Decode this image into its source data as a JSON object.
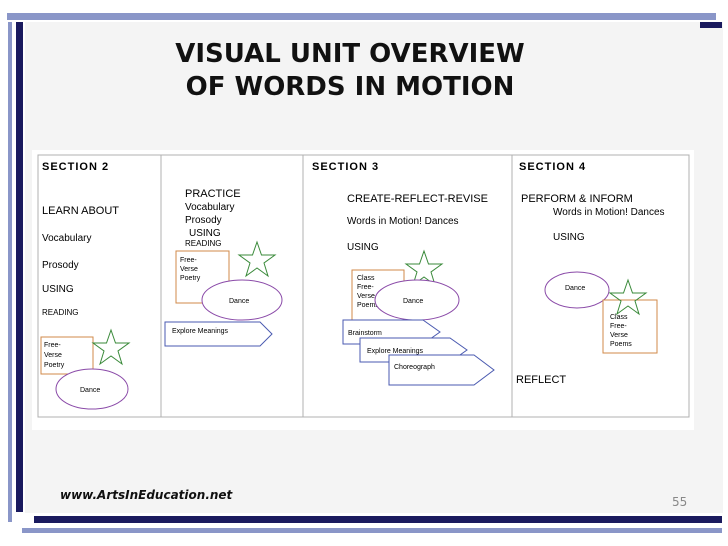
{
  "title": {
    "line1": "VISUAL UNIT OVERVIEW",
    "line2": "OF WORDS IN MOTION"
  },
  "section2": {
    "header": "SECTION 2",
    "learn_about": "LEARN ABOUT",
    "vocabulary": "Vocabulary",
    "prosody": "Prosody",
    "using": "USING",
    "reading": "READING",
    "box_lines": [
      "Free-",
      "Verse",
      "Poetry"
    ],
    "dance": "Dance"
  },
  "practice": {
    "heading": "PRACTICE",
    "vocabulary": "Vocabulary",
    "prosody": "Prosody",
    "using": "USING",
    "reading": "READING",
    "box_lines": [
      "Free-",
      "Verse",
      "Poetry"
    ],
    "dance": "Dance",
    "arrow": "Explore Meanings"
  },
  "section3": {
    "header": "SECTION 3",
    "heading": "CREATE-REFLECT-REVISE",
    "subheading": "Words in Motion! Dances",
    "using": "USING",
    "box_lines": [
      "Class",
      "Free-",
      "Verse",
      "Poems"
    ],
    "dance": "Dance",
    "arrows": [
      "Brainstorm",
      "Explore Meanings",
      "Choreograph"
    ]
  },
  "section4": {
    "header": "SECTION 4",
    "heading": "PERFORM & INFORM",
    "subheading": "Words in Motion! Dances",
    "using": "USING",
    "dance": "Dance",
    "box_lines": [
      "Class",
      "Free-",
      "Verse",
      "Poems"
    ],
    "reflect": "REFLECT"
  },
  "footer": {
    "url": "www.ArtsInEducation.net",
    "page": "55"
  }
}
